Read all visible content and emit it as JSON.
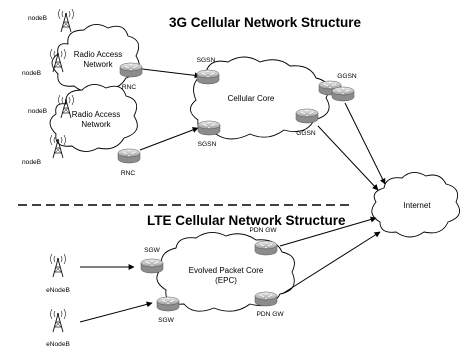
{
  "titles": {
    "g3": "3G Cellular Network Structure",
    "lte": "LTE Cellular Network Structure"
  },
  "towers": {
    "n1": "nodeB",
    "n2": "nodeB",
    "n3": "nodeB",
    "n4": "nodeB",
    "e1": "eNodeB",
    "e2": "eNodeB"
  },
  "clouds": {
    "ran1_l1": "Radio Access",
    "ran1_l2": "Network",
    "ran2_l1": "Radio Access",
    "ran2_l2": "Network",
    "core": "Cellular Core",
    "epc_l1": "Evolved Packet Core",
    "epc_l2": "(EPC)",
    "internet": "Internet"
  },
  "routers": {
    "rnc1": "RNC",
    "rnc2": "RNC",
    "sgsn1": "SGSN",
    "sgsn2": "SGSN",
    "ggsn1": "GGSN",
    "ggsn2": "GGSN",
    "sgw1": "SGW",
    "sgw2": "SGW",
    "pdn1": "PDN GW",
    "pdn2": "PDN GW"
  }
}
